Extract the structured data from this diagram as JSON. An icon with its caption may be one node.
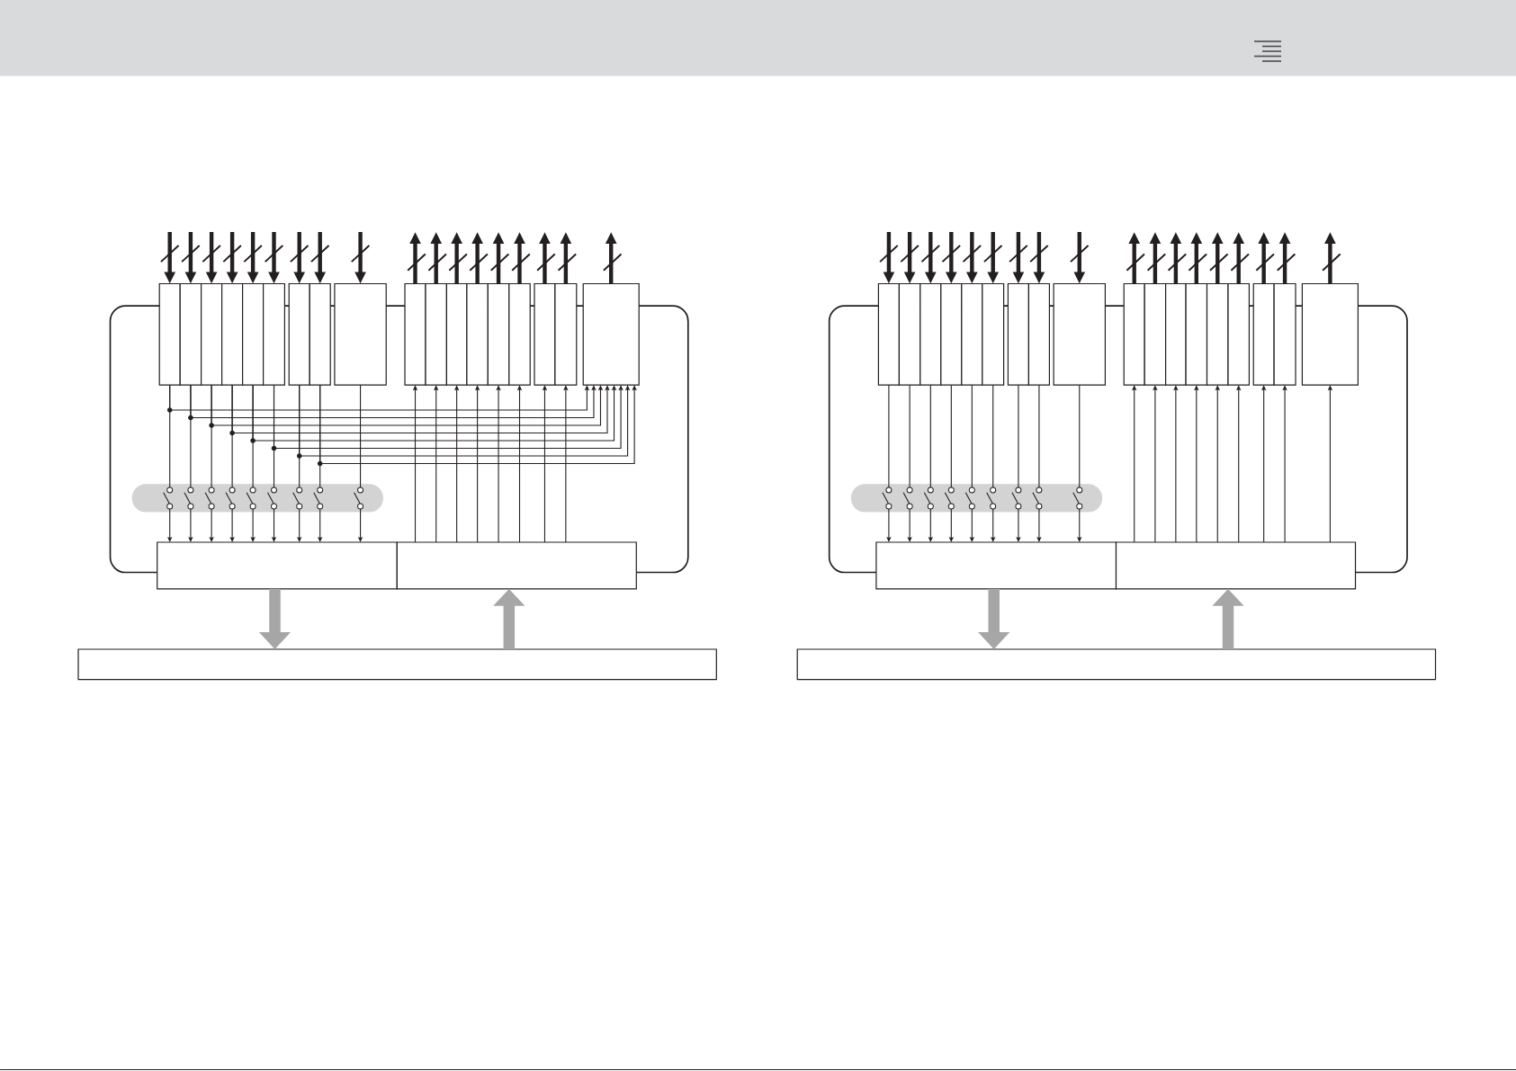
{
  "diagram": {
    "nodes": [
      {
        "text": [],
        "shape": "box"
      },
      {
        "text": [],
        "shape": "box"
      },
      {
        "text": [],
        "shape": "box"
      },
      {
        "text": [],
        "shape": "box"
      },
      {
        "text": [],
        "shape": "box"
      },
      {
        "text": [],
        "shape": "box"
      },
      {
        "text": [],
        "shape": "box"
      },
      {
        "text": [],
        "shape": "box"
      },
      {
        "text": [],
        "shape": "box"
      },
      {
        "text": [],
        "shape": "box"
      },
      {
        "text": [],
        "shape": "box"
      },
      {
        "text": [],
        "shape": "box"
      },
      {
        "text": [],
        "shape": "box"
      },
      {
        "text": [],
        "shape": "box"
      },
      {
        "text": [],
        "shape": "box"
      },
      {
        "text": [],
        "shape": "box"
      },
      {
        "text": [],
        "shape": "box"
      },
      {
        "text": [],
        "shape": "box"
      },
      {
        "text": [],
        "shape": "switch"
      },
      {
        "text": [],
        "shape": "switch"
      },
      {
        "text": [],
        "shape": "switch"
      },
      {
        "text": [],
        "shape": "switch"
      },
      {
        "text": [],
        "shape": "switch"
      },
      {
        "text": [],
        "shape": "switch"
      },
      {
        "text": [],
        "shape": "switch"
      },
      {
        "text": [],
        "shape": "switch"
      },
      {
        "text": [],
        "shape": "switch"
      },
      {
        "text": [],
        "shape": "box"
      },
      {
        "text": [],
        "shape": "box"
      },
      {
        "text": [],
        "shape": "box"
      },
      {
        "text": [],
        "shape": "box"
      },
      {
        "text": [],
        "shape": "box"
      },
      {
        "text": [],
        "shape": "box"
      },
      {
        "text": [],
        "shape": "box"
      },
      {
        "text": [],
        "shape": "box"
      },
      {
        "text": [],
        "shape": "box"
      },
      {
        "text": [],
        "shape": "box"
      },
      {
        "text": [],
        "shape": "box"
      },
      {
        "text": [],
        "shape": "box"
      },
      {
        "text": [],
        "shape": "box"
      },
      {
        "text": [],
        "shape": "box"
      },
      {
        "text": [],
        "shape": "box"
      },
      {
        "text": [],
        "shape": "box"
      },
      {
        "text": [],
        "shape": "box"
      },
      {
        "text": [],
        "shape": "box"
      },
      {
        "text": [],
        "shape": "box"
      },
      {
        "text": [],
        "shape": "box"
      },
      {
        "text": [],
        "shape": "box"
      },
      {
        "text": [],
        "shape": "switch"
      },
      {
        "text": [],
        "shape": "switch"
      },
      {
        "text": [],
        "shape": "switch"
      },
      {
        "text": [],
        "shape": "switch"
      },
      {
        "text": [],
        "shape": "switch"
      },
      {
        "text": [],
        "shape": "switch"
      },
      {
        "text": [],
        "shape": "switch"
      },
      {
        "text": [],
        "shape": "switch"
      },
      {
        "text": [],
        "shape": "switch"
      },
      {
        "text": [],
        "shape": "box"
      },
      {
        "text": [],
        "shape": "box"
      },
      {
        "text": [],
        "shape": "box"
      }
    ],
    "edges": [
      {
        "from": null,
        "to": 0,
        "arrow": "to",
        "style": "thick"
      },
      {
        "from": null,
        "to": 1,
        "arrow": "to",
        "style": "thick"
      },
      {
        "from": null,
        "to": 2,
        "arrow": "to",
        "style": "thick"
      },
      {
        "from": null,
        "to": 3,
        "arrow": "to",
        "style": "thick"
      },
      {
        "from": null,
        "to": 4,
        "arrow": "to",
        "style": "thick"
      },
      {
        "from": null,
        "to": 5,
        "arrow": "to",
        "style": "thick"
      },
      {
        "from": null,
        "to": 6,
        "arrow": "to",
        "style": "thick"
      },
      {
        "from": null,
        "to": 7,
        "arrow": "to",
        "style": "thick"
      },
      {
        "from": null,
        "to": 8,
        "arrow": "to",
        "style": "thick"
      },
      {
        "from": 9,
        "to": null,
        "arrow": "to",
        "style": "thick"
      },
      {
        "from": 10,
        "to": null,
        "arrow": "to",
        "style": "thick"
      },
      {
        "from": 11,
        "to": null,
        "arrow": "to",
        "style": "thick"
      },
      {
        "from": 12,
        "to": null,
        "arrow": "to",
        "style": "thick"
      },
      {
        "from": 13,
        "to": null,
        "arrow": "to",
        "style": "thick"
      },
      {
        "from": 14,
        "to": null,
        "arrow": "to",
        "style": "thick"
      },
      {
        "from": 15,
        "to": null,
        "arrow": "to",
        "style": "thick"
      },
      {
        "from": 16,
        "to": null,
        "arrow": "to",
        "style": "thick"
      },
      {
        "from": 17,
        "to": null,
        "arrow": "to",
        "style": "thick"
      },
      {
        "from": 0,
        "to": 18,
        "arrow": "none"
      },
      {
        "from": 1,
        "to": 19,
        "arrow": "none"
      },
      {
        "from": 2,
        "to": 20,
        "arrow": "none"
      },
      {
        "from": 3,
        "to": 21,
        "arrow": "none"
      },
      {
        "from": 4,
        "to": 22,
        "arrow": "none"
      },
      {
        "from": 5,
        "to": 23,
        "arrow": "none"
      },
      {
        "from": 6,
        "to": 24,
        "arrow": "none"
      },
      {
        "from": 7,
        "to": 25,
        "arrow": "none"
      },
      {
        "from": 8,
        "to": 26,
        "arrow": "none"
      },
      {
        "from": 18,
        "to": 27,
        "arrow": "to"
      },
      {
        "from": 19,
        "to": 27,
        "arrow": "to"
      },
      {
        "from": 20,
        "to": 27,
        "arrow": "to"
      },
      {
        "from": 21,
        "to": 27,
        "arrow": "to"
      },
      {
        "from": 22,
        "to": 27,
        "arrow": "to"
      },
      {
        "from": 23,
        "to": 27,
        "arrow": "to"
      },
      {
        "from": 24,
        "to": 27,
        "arrow": "to"
      },
      {
        "from": 25,
        "to": 27,
        "arrow": "to"
      },
      {
        "from": 26,
        "to": 27,
        "arrow": "to"
      },
      {
        "from": 0,
        "to": 17,
        "arrow": "to"
      },
      {
        "from": 1,
        "to": 17,
        "arrow": "to"
      },
      {
        "from": 2,
        "to": 17,
        "arrow": "to"
      },
      {
        "from": 3,
        "to": 17,
        "arrow": "to"
      },
      {
        "from": 4,
        "to": 17,
        "arrow": "to"
      },
      {
        "from": 5,
        "to": 17,
        "arrow": "to"
      },
      {
        "from": 6,
        "to": 17,
        "arrow": "to"
      },
      {
        "from": 7,
        "to": 17,
        "arrow": "to"
      },
      {
        "from": 28,
        "to": 9,
        "arrow": "to"
      },
      {
        "from": 28,
        "to": 10,
        "arrow": "to"
      },
      {
        "from": 28,
        "to": 11,
        "arrow": "to"
      },
      {
        "from": 28,
        "to": 12,
        "arrow": "to"
      },
      {
        "from": 28,
        "to": 13,
        "arrow": "to"
      },
      {
        "from": 28,
        "to": 14,
        "arrow": "to"
      },
      {
        "from": 28,
        "to": 15,
        "arrow": "to"
      },
      {
        "from": 28,
        "to": 16,
        "arrow": "to"
      },
      {
        "from": 27,
        "to": 29,
        "arrow": "to",
        "style": "thick",
        "color": "#a6a6a6"
      },
      {
        "from": 29,
        "to": 28,
        "arrow": "to",
        "style": "thick",
        "color": "#a6a6a6"
      },
      {
        "from": null,
        "to": 30,
        "arrow": "to",
        "style": "thick"
      },
      {
        "from": null,
        "to": 31,
        "arrow": "to",
        "style": "thick"
      },
      {
        "from": null,
        "to": 32,
        "arrow": "to",
        "style": "thick"
      },
      {
        "from": null,
        "to": 33,
        "arrow": "to",
        "style": "thick"
      },
      {
        "from": null,
        "to": 34,
        "arrow": "to",
        "style": "thick"
      },
      {
        "from": null,
        "to": 35,
        "arrow": "to",
        "style": "thick"
      },
      {
        "from": null,
        "to": 36,
        "arrow": "to",
        "style": "thick"
      },
      {
        "from": null,
        "to": 37,
        "arrow": "to",
        "style": "thick"
      },
      {
        "from": null,
        "to": 38,
        "arrow": "to",
        "style": "thick"
      },
      {
        "from": 39,
        "to": null,
        "arrow": "to",
        "style": "thick"
      },
      {
        "from": 40,
        "to": null,
        "arrow": "to",
        "style": "thick"
      },
      {
        "from": 41,
        "to": null,
        "arrow": "to",
        "style": "thick"
      },
      {
        "from": 42,
        "to": null,
        "arrow": "to",
        "style": "thick"
      },
      {
        "from": 43,
        "to": null,
        "arrow": "to",
        "style": "thick"
      },
      {
        "from": 44,
        "to": null,
        "arrow": "to",
        "style": "thick"
      },
      {
        "from": 45,
        "to": null,
        "arrow": "to",
        "style": "thick"
      },
      {
        "from": 46,
        "to": null,
        "arrow": "to",
        "style": "thick"
      },
      {
        "from": 47,
        "to": null,
        "arrow": "to",
        "style": "thick"
      },
      {
        "from": 30,
        "to": 48,
        "arrow": "none"
      },
      {
        "from": 31,
        "to": 49,
        "arrow": "none"
      },
      {
        "from": 32,
        "to": 50,
        "arrow": "none"
      },
      {
        "from": 33,
        "to": 51,
        "arrow": "none"
      },
      {
        "from": 34,
        "to": 52,
        "arrow": "none"
      },
      {
        "from": 35,
        "to": 53,
        "arrow": "none"
      },
      {
        "from": 36,
        "to": 54,
        "arrow": "none"
      },
      {
        "from": 37,
        "to": 55,
        "arrow": "none"
      },
      {
        "from": 38,
        "to": 56,
        "arrow": "none"
      },
      {
        "from": 48,
        "to": 57,
        "arrow": "to"
      },
      {
        "from": 49,
        "to": 57,
        "arrow": "to"
      },
      {
        "from": 50,
        "to": 57,
        "arrow": "to"
      },
      {
        "from": 51,
        "to": 57,
        "arrow": "to"
      },
      {
        "from": 52,
        "to": 57,
        "arrow": "to"
      },
      {
        "from": 53,
        "to": 57,
        "arrow": "to"
      },
      {
        "from": 54,
        "to": 57,
        "arrow": "to"
      },
      {
        "from": 55,
        "to": 57,
        "arrow": "to"
      },
      {
        "from": 56,
        "to": 57,
        "arrow": "to"
      },
      {
        "from": 58,
        "to": 39,
        "arrow": "to"
      },
      {
        "from": 58,
        "to": 40,
        "arrow": "to"
      },
      {
        "from": 58,
        "to": 41,
        "arrow": "to"
      },
      {
        "from": 58,
        "to": 42,
        "arrow": "to"
      },
      {
        "from": 58,
        "to": 43,
        "arrow": "to"
      },
      {
        "from": 58,
        "to": 44,
        "arrow": "to"
      },
      {
        "from": 58,
        "to": 45,
        "arrow": "to"
      },
      {
        "from": 58,
        "to": 46,
        "arrow": "to"
      },
      {
        "from": 58,
        "to": 47,
        "arrow": "to"
      },
      {
        "from": 57,
        "to": 59,
        "arrow": "to",
        "style": "thick",
        "color": "#a6a6a6"
      },
      {
        "from": 59,
        "to": 58,
        "arrow": "to",
        "style": "thick",
        "color": "#a6a6a6"
      }
    ]
  }
}
